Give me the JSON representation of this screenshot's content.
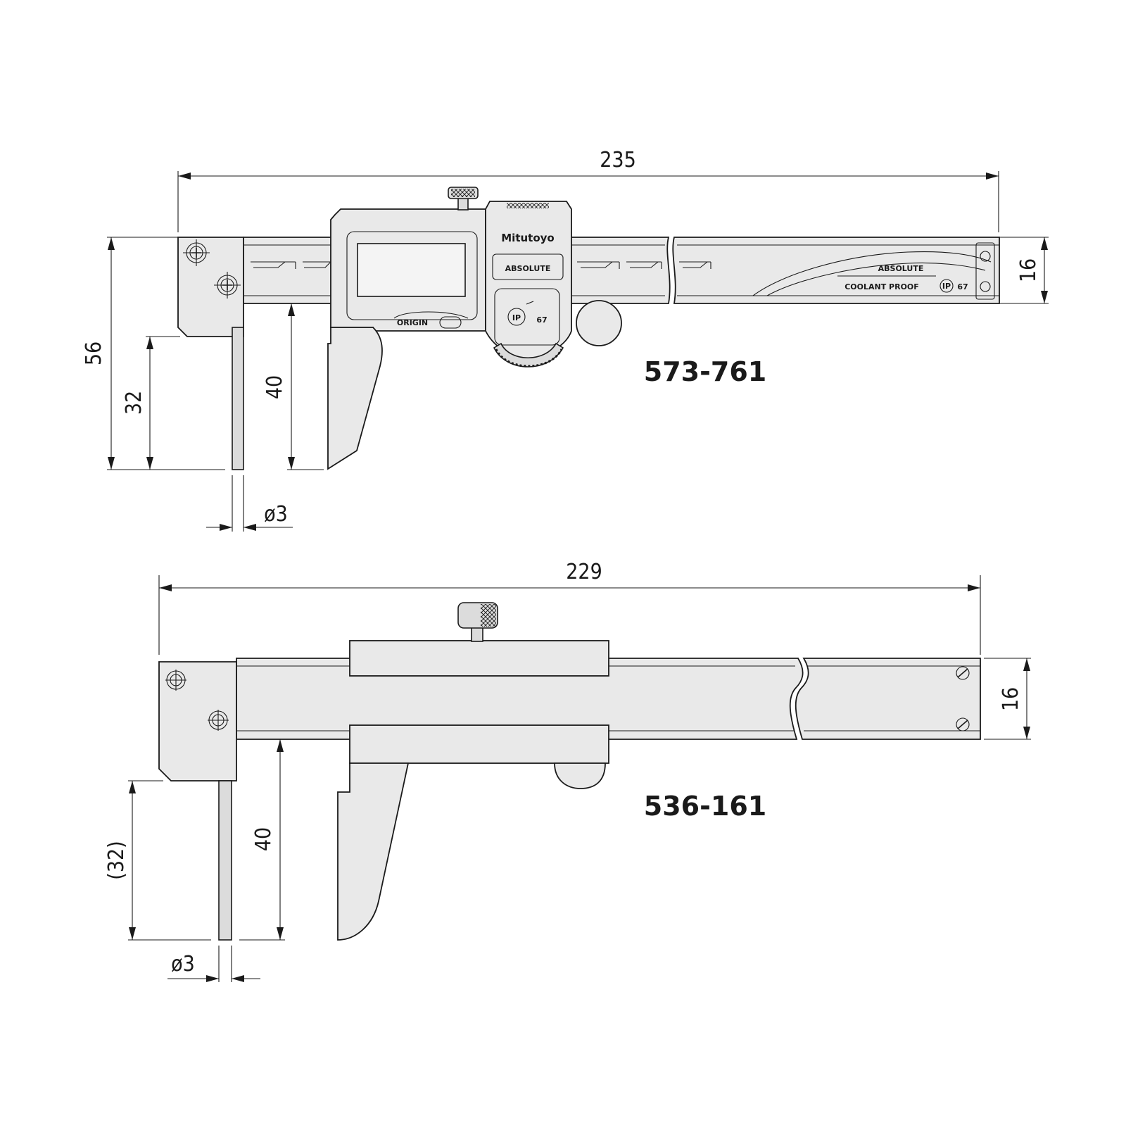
{
  "drawing_top": {
    "model": "573-761",
    "dim_overall_length": "235",
    "dim_height": "56",
    "dim_jaw_left": "32",
    "dim_jaw_right": "40",
    "dim_beam": "16",
    "dim_tip": "ø3",
    "brand": "Mitutoyo",
    "display_label": "ABSOLUTE",
    "origin_button": "ORIGIN",
    "ip_rating": "67",
    "beam_label_1": "ABSOLUTE",
    "beam_label_2": "COOLANT PROOF",
    "beam_ip_rating": "67"
  },
  "drawing_bottom": {
    "model": "536-161",
    "dim_overall_length": "229",
    "dim_jaw_left": "(32)",
    "dim_jaw_right": "40",
    "dim_beam": "16",
    "dim_tip": "ø3"
  }
}
